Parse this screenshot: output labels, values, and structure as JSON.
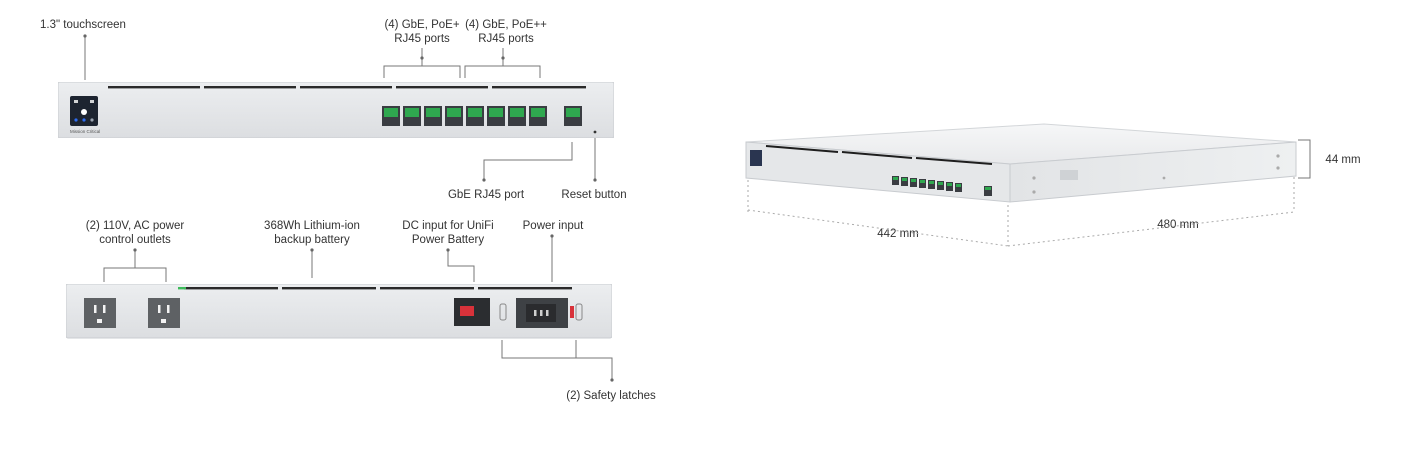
{
  "front_panel": {
    "touchscreen": {
      "line1": "1.3\" touchscreen"
    },
    "poe_plus": {
      "line1": "(4) GbE, PoE+",
      "line2": "RJ45 ports"
    },
    "poe_plusplus": {
      "line1": "(4) GbE, PoE++",
      "line2": "RJ45 ports"
    },
    "gbe_port": {
      "line1": "GbE RJ45 port"
    },
    "reset": {
      "line1": "Reset button"
    },
    "brand_mark": "Mission Critical"
  },
  "rear_panel": {
    "outlets": {
      "line1": "(2) 110V, AC power",
      "line2": "control outlets"
    },
    "battery": {
      "line1": "368Wh Lithium-ion",
      "line2": "backup battery"
    },
    "dc_input": {
      "line1": "DC input for UniFi",
      "line2": "Power Battery"
    },
    "power_input": {
      "line1": "Power input"
    },
    "latches": {
      "line1": "(2) Safety latches"
    }
  },
  "dimensions": {
    "depth": "442 mm",
    "width": "480 mm",
    "height": "44 mm"
  },
  "colors": {
    "chassis": "#e6e7e9",
    "port_green": "#2fa84f",
    "accent_blue": "#2e6cf0",
    "outlet_dark": "#5e6164",
    "power_red": "#d8323a"
  }
}
